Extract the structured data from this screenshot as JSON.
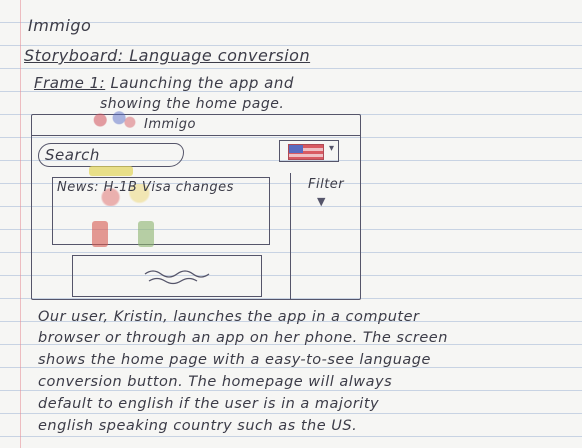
{
  "notebook": {
    "title": "Immigo",
    "storyboard_heading": "Storyboard: Language conversion",
    "frame_label": "Frame 1:",
    "frame_caption_line1": "Launching the app and",
    "frame_caption_line2": "showing the home page."
  },
  "sketch": {
    "app_name": "Immigo",
    "search_label": "Search",
    "news_title": "News: H-1B Visa changes",
    "filter_label": "Filter",
    "filter_arrow": "▼",
    "language_caret": "▾"
  },
  "description_lines": [
    "Our user, Kristin, launches the app in a computer",
    "browser or through an app on her phone. The screen",
    "shows the home page with a easy-to-see language",
    "conversion button. The homepage will always",
    "default to english if the user is in a majority",
    "english speaking country such as the US."
  ],
  "colors": {
    "paper": "#f6f6f4",
    "ruled_line": "#c8d3e3",
    "margin_line": "#e68c96",
    "pencil": "#3c3c48",
    "flag_red": "#d85a62",
    "flag_blue": "#5a6bc0"
  }
}
